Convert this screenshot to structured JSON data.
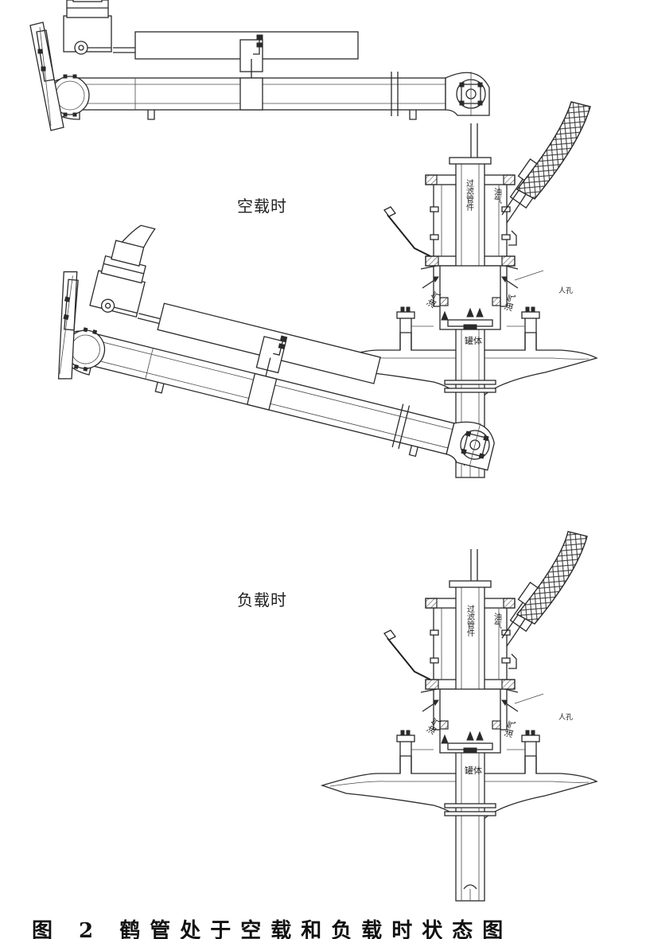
{
  "states": {
    "empty": "空载时",
    "loaded": "负载时"
  },
  "labels": {
    "upper": {
      "filter_tube_left": "过滤管件",
      "oil_gas_upper": "油气",
      "manhole": "人孔",
      "oil_gas_left": "油气",
      "oil_gas_right": "油气",
      "tank_body": "罐体"
    },
    "lower": {
      "filter_tube_left": "过滤管件",
      "oil_gas_upper": "油气",
      "manhole": "人孔",
      "oil_gas_left": "油气",
      "oil_gas_right": "油气",
      "tank_body": "罐体"
    }
  },
  "caption": "图 2  鹤管处于空载和负载时状态图"
}
